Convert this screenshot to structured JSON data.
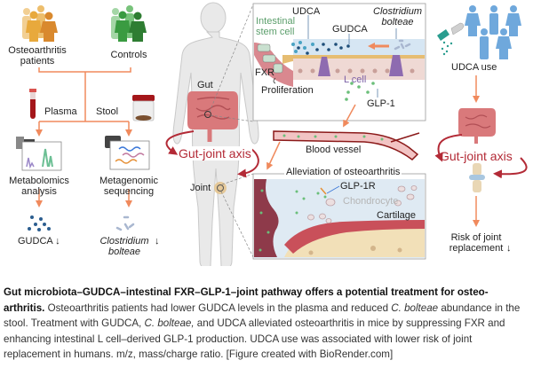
{
  "left_panel": {
    "group_patients": "Osteoarthritis patients",
    "group_patients_line1": "Osteoarthritis",
    "group_patients_line2": "patients",
    "group_controls": "Controls",
    "sample_plasma": "Plasma",
    "sample_stool": "Stool",
    "method_metabolomics_line1": "Metabolomics",
    "method_metabolomics_line2": "analysis",
    "method_metagenomic_line1": "Metagenomic",
    "method_metagenomic_line2": "sequencing",
    "result_gudca": "GUDCA ↓",
    "result_bacteria_line1": "Clostridium",
    "result_bacteria_line2": "bolteae",
    "result_bacteria_arrow": "↓",
    "colors": {
      "patients": "#e8a93c",
      "controls": "#4caf50",
      "arrow": "#f08a5d"
    }
  },
  "body_panel": {
    "gut_label": "Gut",
    "joint_label": "Joint",
    "axis_label": "Gut-joint axis"
  },
  "intestine_inset": {
    "udca": "UDCA",
    "stem_cell_line1": "Intestinal",
    "stem_cell_line2": "stem cell",
    "gudca": "GUDCA",
    "bacteria_line1": "Clostridium",
    "bacteria_line2": "bolteae",
    "fxr": "FXR",
    "proliferation": "Proliferation",
    "l_cell": "L cell",
    "glp1": "GLP-1"
  },
  "blood_vessel": {
    "label": "Blood vessel"
  },
  "joint_inset": {
    "title": "Alleviation of osteoarthritis",
    "glp1r": "GLP-1R",
    "chondrocyte": "Chondrocyte",
    "cartilage": "Cartilage"
  },
  "right_panel": {
    "udca_use": "UDCA use",
    "axis_label": "Gut-joint axis",
    "risk_line1": "Risk of joint",
    "risk_line2": "replacement",
    "risk_arrow": "↓",
    "colors": {
      "people": "#6fa8dc",
      "axis": "#b32a36"
    }
  },
  "caption": {
    "title": "Gut microbiota–GUDCA–intestinal FXR–GLP-1–joint pathway offers a potential treatment for osteo-arthritis.",
    "title_part1": "Gut microbiota–GUDCA–intestinal FXR–GLP-1–joint pathway offers a potential treatment for osteo-",
    "title_part2": "arthritis.",
    "text1": " Osteoarthritis patients had lower GUDCA levels in the plasma and reduced ",
    "text1_ital": "C. bolteae",
    "text2": " abundance in the stool. Treatment with GUDCA, ",
    "text2_ital": "C. bolteae,",
    "text3": " and UDCA alleviated osteoarthritis in mice by suppressing FXR and enhancing intestinal L cell–derived GLP-1 production. UDCA use was associated with lower risk of joint replacement in humans. m/z, mass/charge ratio. [Figure created with BioRender.com]"
  }
}
